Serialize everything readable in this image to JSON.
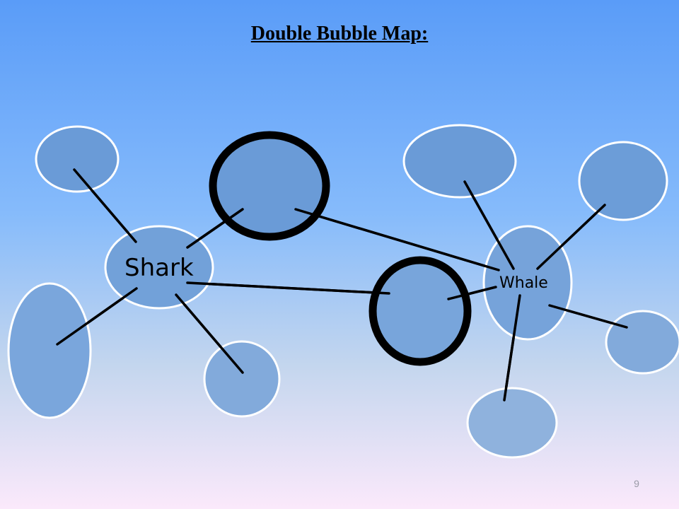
{
  "slide": {
    "title": "Double Bubble Map:",
    "page_number": "9"
  },
  "diagram": {
    "left_topic": "Shark",
    "right_topic": "Whale"
  },
  "colors": {
    "bubble_fill": "#6b9bd6",
    "bubble_outline": "#ffffff",
    "shared_outline": "#000000",
    "connector": "#000000"
  }
}
